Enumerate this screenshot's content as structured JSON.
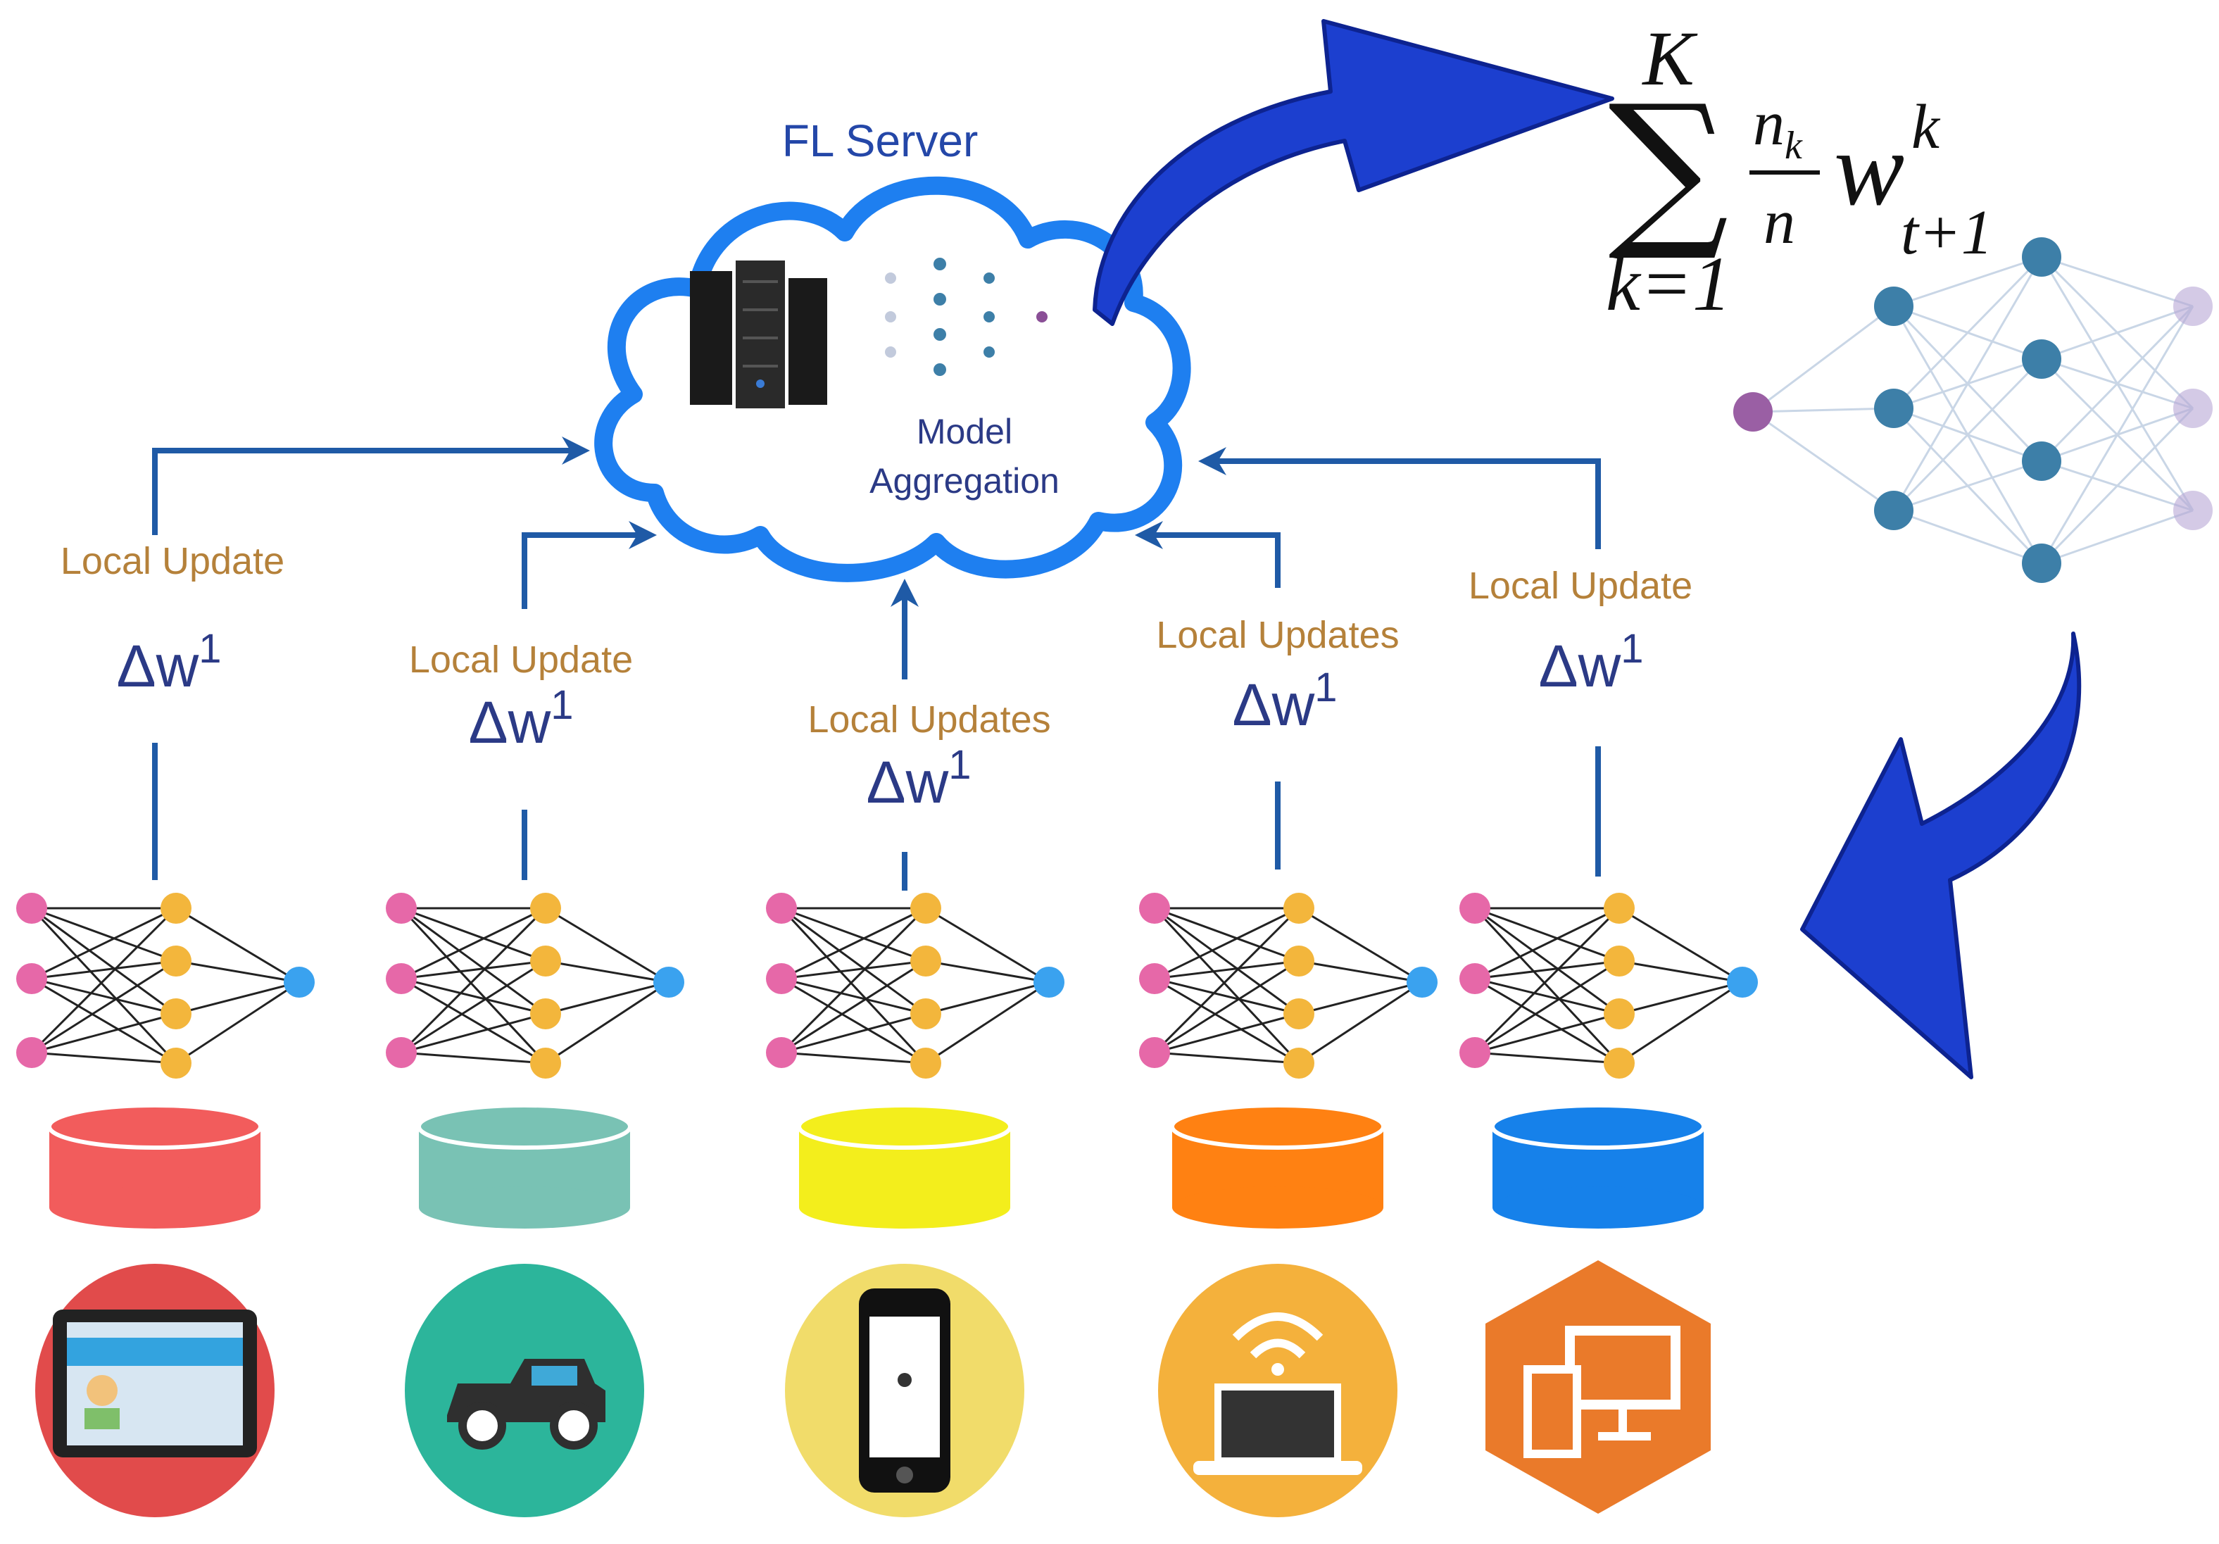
{
  "server": {
    "title": "FL Server",
    "aggregation_line1": "Model",
    "aggregation_line2": "Aggregation"
  },
  "formula": {
    "upper_limit": "K",
    "lower_limit": "k=1",
    "numerator": "n",
    "numerator_sub": "k",
    "denominator": "n",
    "weight": "w",
    "weight_sup": "k",
    "weight_sub": "t+1"
  },
  "clients": [
    {
      "update_label": "Local Update",
      "delta": "Δw",
      "delta_sup": "1",
      "db_color": "#f25c5c",
      "device_icon": "tablet-icon"
    },
    {
      "update_label": "Local Update",
      "delta": "Δw",
      "delta_sup": "1",
      "db_color": "#79c2b4",
      "device_icon": "car-icon"
    },
    {
      "update_label": "Local Updates",
      "delta": "Δw",
      "delta_sup": "1",
      "db_color": "#f3ee1c",
      "device_icon": "smartphone-icon"
    },
    {
      "update_label": "Local Updates",
      "delta": "Δw",
      "delta_sup": "1",
      "db_color": "#ff8112",
      "device_icon": "laptop-wifi-icon"
    },
    {
      "update_label": "Local Update",
      "delta": "Δw",
      "delta_sup": "1",
      "db_color": "#1681ea",
      "device_icon": "multi-device-icon"
    }
  ],
  "colors": {
    "arrow": "#1f5aa6",
    "cloud_outline": "#1e7ff0",
    "big_arrow": "#1c3fcf",
    "input_node": "#e668a8",
    "hidden_node": "#f3b63c",
    "output_node": "#3aa2ef",
    "global_node": "#3d7fa8"
  }
}
